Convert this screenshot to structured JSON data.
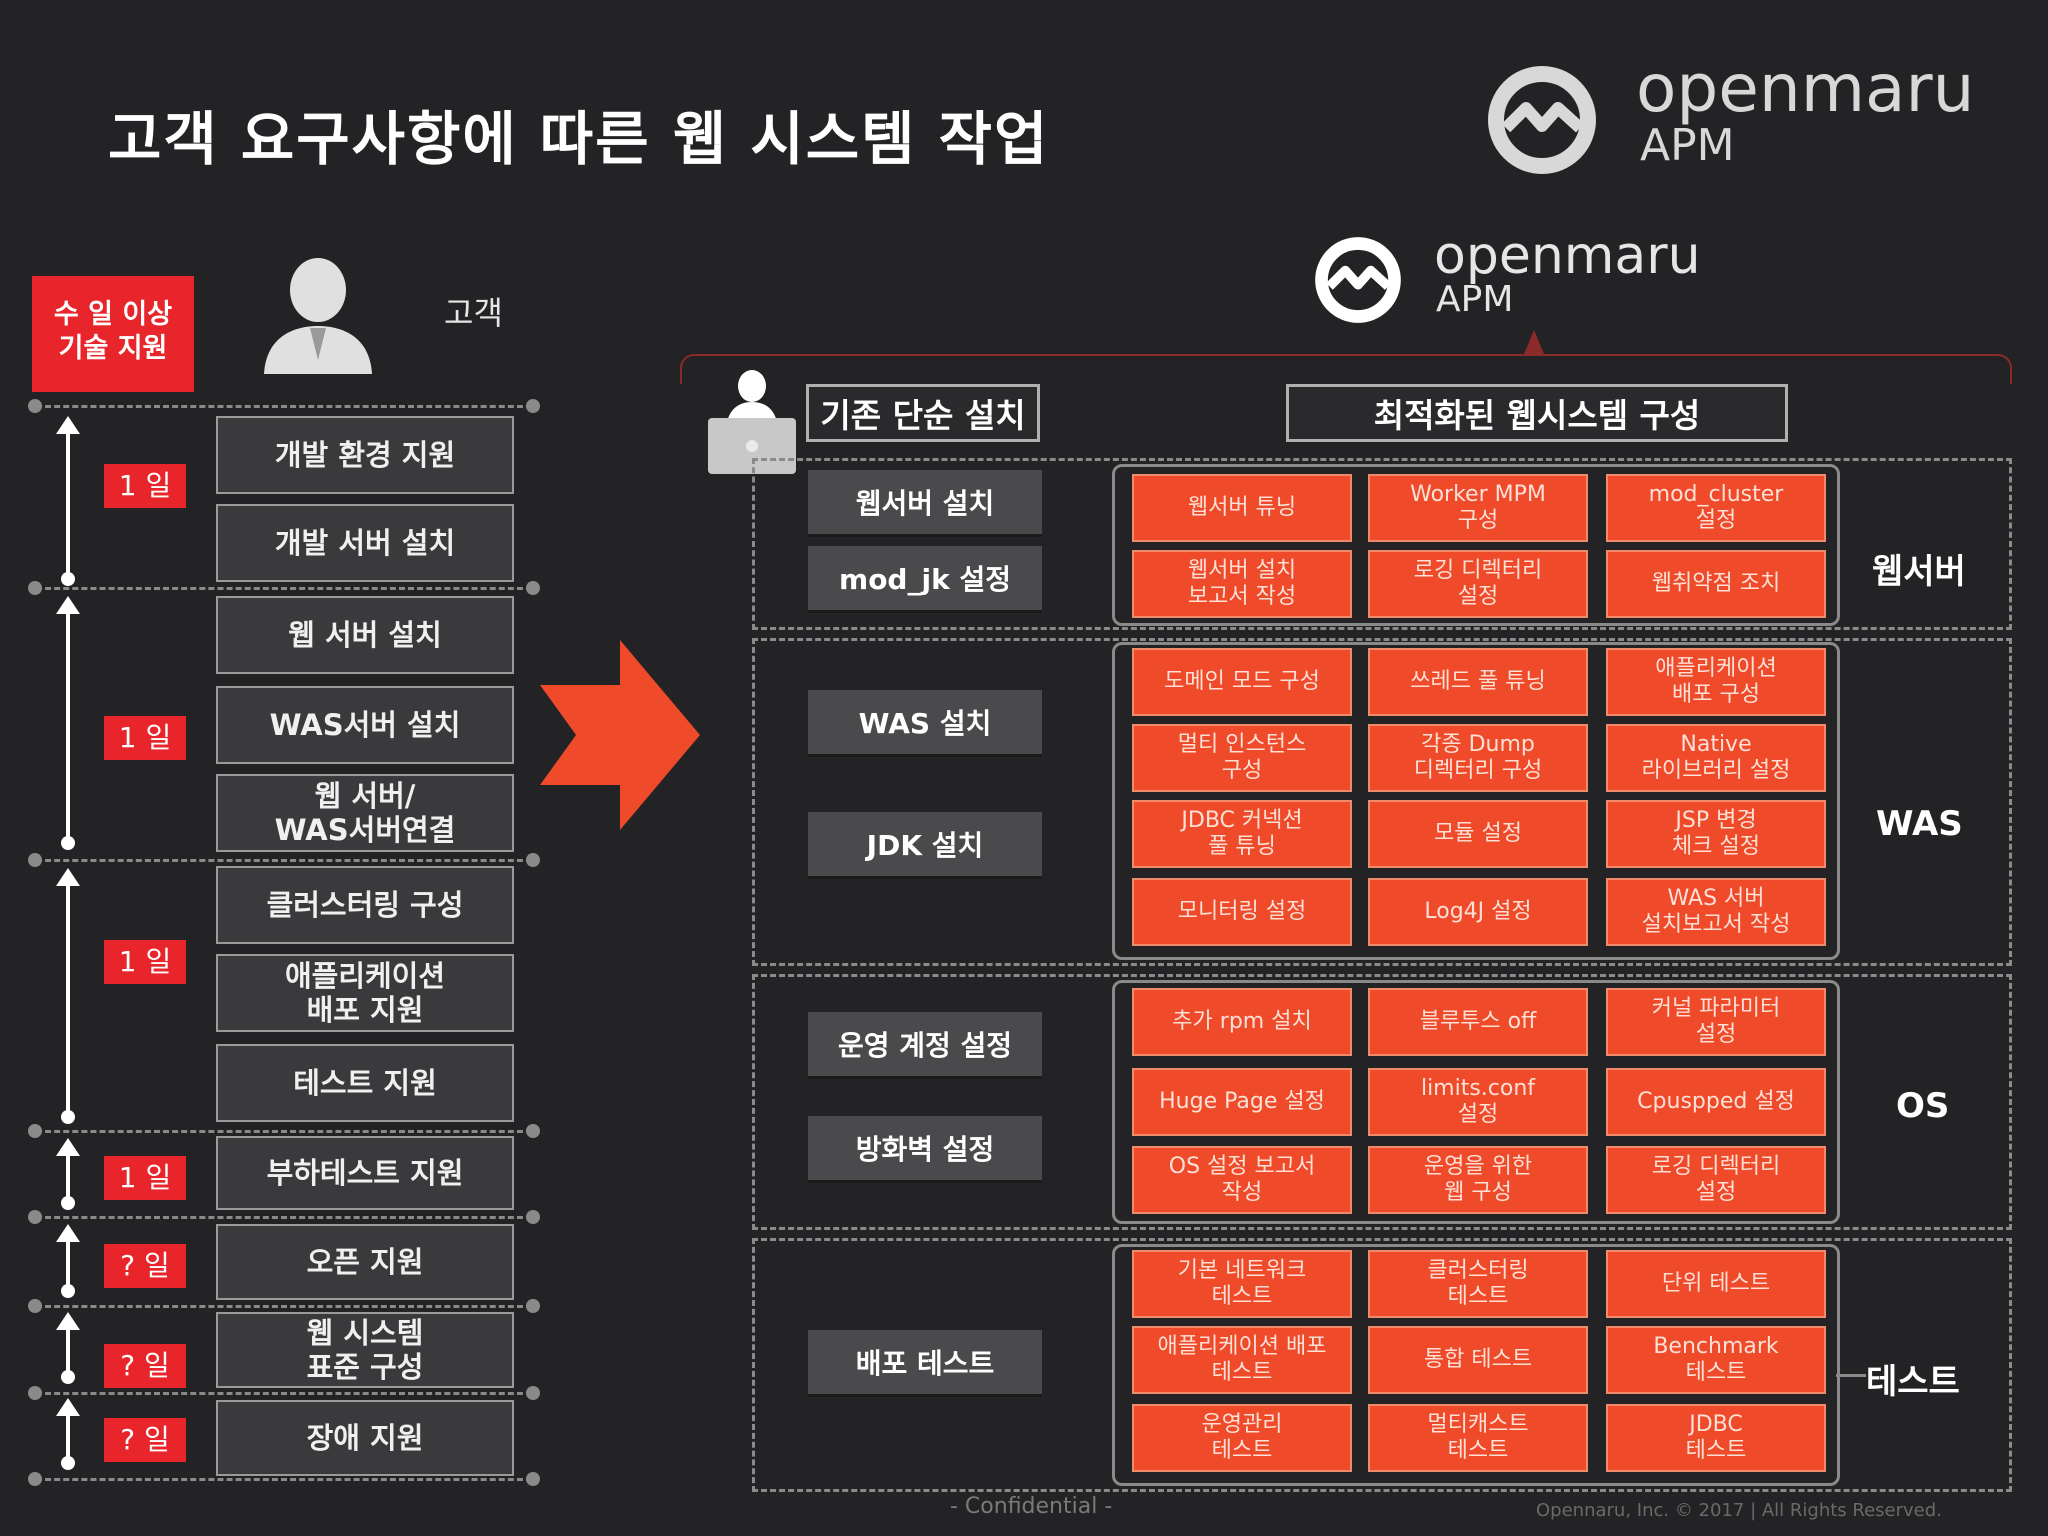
{
  "title": "고객 요구사항에 따른 웹 시스템 작업",
  "logo": {
    "brand": "openmaru",
    "product": "APM"
  },
  "left": {
    "badge": "수 일 이상\n기술 지원",
    "customer_label": "고객",
    "tasks": [
      "개발 환경 지원",
      "개발 서버 설치",
      "웹 서버 설치",
      "WAS서버 설치",
      "웹 서버/\nWAS서버연결",
      "클러스터링 구성",
      "애플리케이션\n배포 지원",
      "테스트 지원",
      "부하테스트 지원",
      "오픈 지원",
      "웹 시스템\n표준 구성",
      "장애 지원"
    ],
    "days": [
      "1 일",
      "1 일",
      "1 일",
      "1 일",
      "? 일",
      "? 일",
      "? 일"
    ]
  },
  "right": {
    "simple_install_title": "기존 단순 설치",
    "optimized_title": "최적화된 웹시스템 구성",
    "sections": [
      {
        "label": "웹서버",
        "buttons": [
          "웹서버 설치",
          "mod_jk 설정"
        ],
        "cells": [
          "웹서버 튜닝",
          "Worker MPM\n구성",
          "mod_cluster\n설정",
          "웹서버 설치\n보고서 작성",
          "로깅 디렉터리\n설정",
          "웹취약점 조치"
        ]
      },
      {
        "label": "WAS",
        "buttons": [
          "WAS 설치",
          "JDK 설치"
        ],
        "cells": [
          "도메인 모드 구성",
          "쓰레드 풀 튜닝",
          "애플리케이션\n배포 구성",
          "멀티 인스턴스\n구성",
          "각종 Dump\n디렉터리 구성",
          "Native\n라이브러리 설정",
          "JDBC 커넥션\n풀 튜닝",
          "모듈 설정",
          "JSP 변경\n체크 설정",
          "모니터링 설정",
          "Log4J 설정",
          "WAS 서버\n설치보고서 작성"
        ]
      },
      {
        "label": "OS",
        "buttons": [
          "운영 계정 설정",
          "방화벽 설정"
        ],
        "cells": [
          "추가 rpm 설치",
          "블루투스 off",
          "커널 파라미터\n설정",
          "Huge Page 설정",
          "limits.conf\n설정",
          "Cpuspped 설정",
          "OS 설정 보고서\n작성",
          "운영을 위한\n웹 구성",
          "로깅 디렉터리\n설정"
        ]
      },
      {
        "label": "테스트",
        "buttons": [
          "배포 테스트"
        ],
        "cells": [
          "기본 네트워크\n테스트",
          "클러스터링\n테스트",
          "단위 테스트",
          "애플리케이션 배포\n테스트",
          "통합 테스트",
          "Benchmark\n테스트",
          "운영관리\n테스트",
          "멀티캐스트\n테스트",
          "JDBC\n테스트"
        ]
      }
    ]
  },
  "footer": {
    "confidential": "- Confidential -",
    "copyright": "Opennaru, Inc. © 2017 | All Rights Reserved."
  },
  "colors": {
    "accent_red": "#e8252b",
    "cell_orange": "#ef4a2a",
    "background": "#232325"
  }
}
